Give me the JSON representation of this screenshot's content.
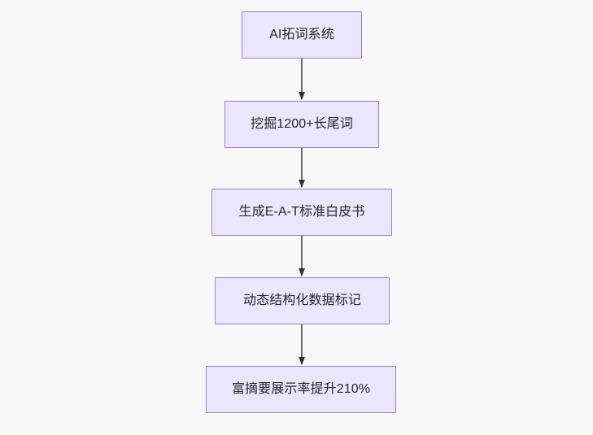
{
  "diagram": {
    "type": "flowchart",
    "direction": "top-to-bottom",
    "background_color": "#f8f8f8",
    "node_fill_color": "#eae6fb",
    "node_border_color": "#9d7fd8",
    "node_text_color": "#272727",
    "edge_color": "#666666",
    "nodes": [
      {
        "id": "n0",
        "label": "AI拓词系统"
      },
      {
        "id": "n1",
        "label": "挖掘1200+长尾词"
      },
      {
        "id": "n2",
        "label": "生成E-A-T标准白皮书"
      },
      {
        "id": "n3",
        "label": "动态结构化数据标记"
      },
      {
        "id": "n4",
        "label": "富摘要展示率提升210%"
      }
    ],
    "edges": [
      {
        "from": "n0",
        "to": "n1",
        "label": ""
      },
      {
        "from": "n1",
        "to": "n2",
        "label": ""
      },
      {
        "from": "n2",
        "to": "n3",
        "label": ""
      },
      {
        "from": "n3",
        "to": "n4",
        "label": ""
      }
    ]
  }
}
